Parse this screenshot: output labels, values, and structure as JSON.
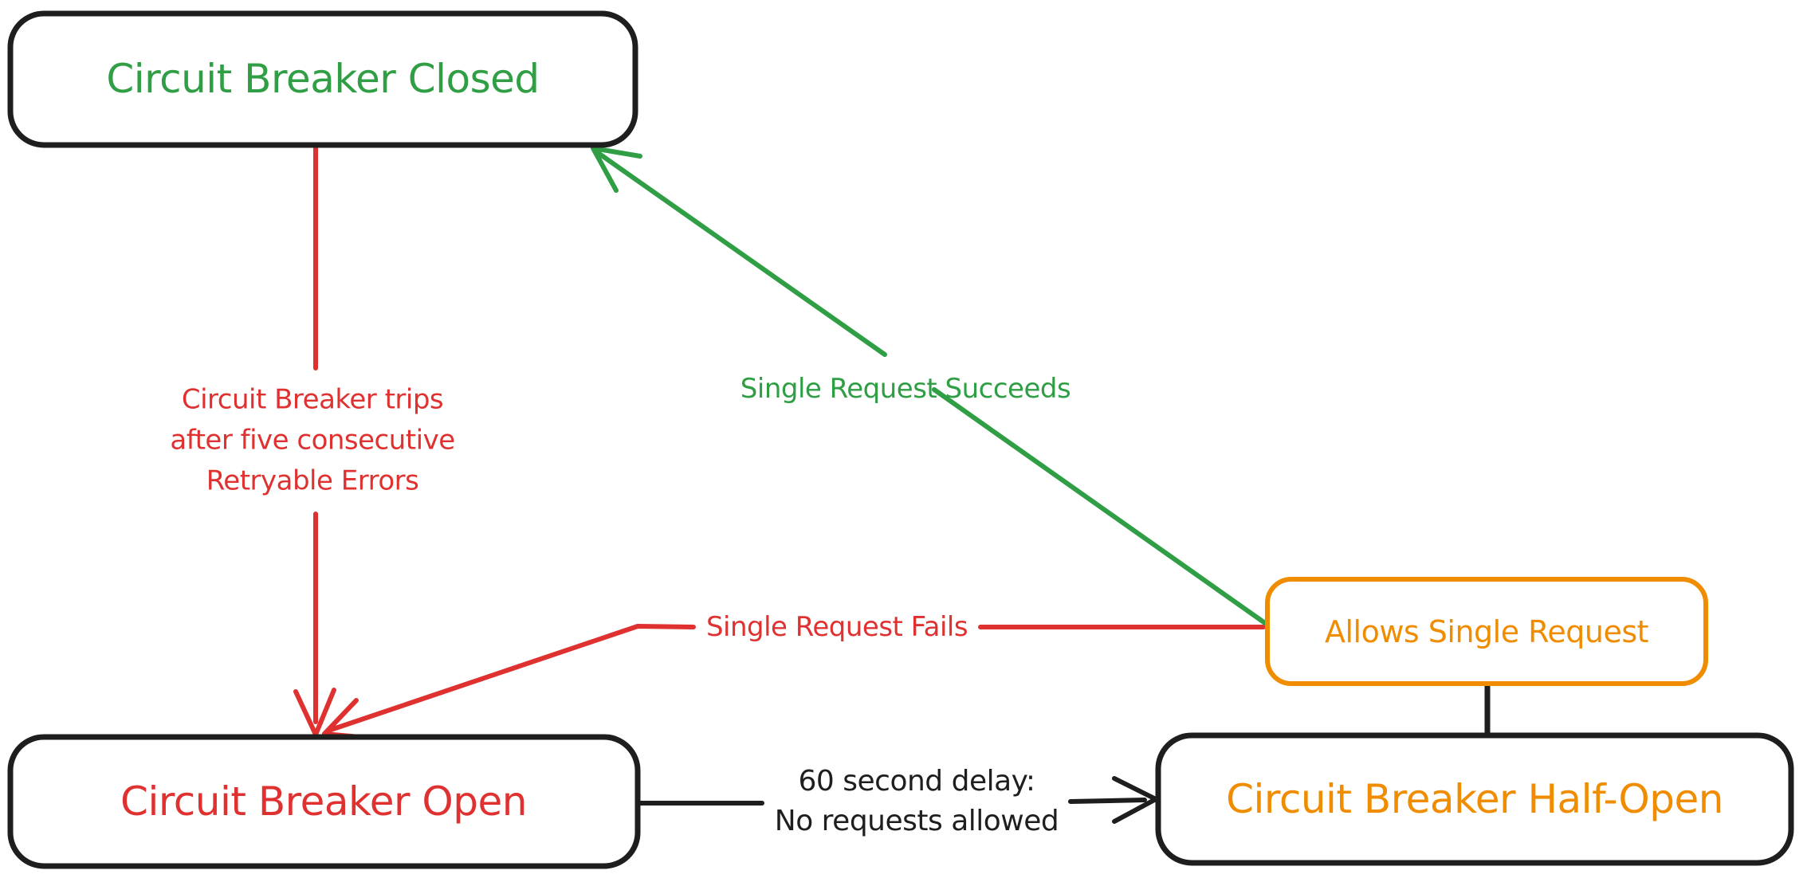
{
  "canvas": {
    "background": "#ffffff"
  },
  "colors": {
    "green": "#2f9e44",
    "red": "#e03131",
    "orange": "#f08c00",
    "black": "#1e1e1e"
  },
  "nodes": {
    "closed": {
      "label": "Circuit Breaker Closed",
      "text_color": "#2f9e44",
      "border_color": "#1e1e1e"
    },
    "open": {
      "label": "Circuit Breaker Open",
      "text_color": "#e03131",
      "border_color": "#1e1e1e"
    },
    "half_open": {
      "label": "Circuit Breaker Half-Open",
      "text_color": "#f08c00",
      "border_color": "#1e1e1e"
    },
    "allows_single_request": {
      "label": "Allows Single Request",
      "text_color": "#f08c00",
      "border_color": "#f08c00"
    }
  },
  "edges": {
    "trip": {
      "from": "closed",
      "to": "open",
      "color": "#e03131",
      "lines": [
        "Circuit Breaker trips",
        "after five consecutive",
        "Retryable Errors"
      ]
    },
    "succeed": {
      "from": "allows_single_request",
      "to": "closed",
      "color": "#2f9e44",
      "label": "Single Request Succeeds"
    },
    "fail": {
      "from": "allows_single_request",
      "to": "open",
      "color": "#e03131",
      "label": "Single Request Fails"
    },
    "delay": {
      "from": "open",
      "to": "half_open",
      "color": "#1e1e1e",
      "lines": [
        "60 second delay:",
        "No requests allowed"
      ]
    },
    "half_open_to_allows": {
      "from": "half_open",
      "to": "allows_single_request",
      "color": "#1e1e1e",
      "label": ""
    }
  }
}
